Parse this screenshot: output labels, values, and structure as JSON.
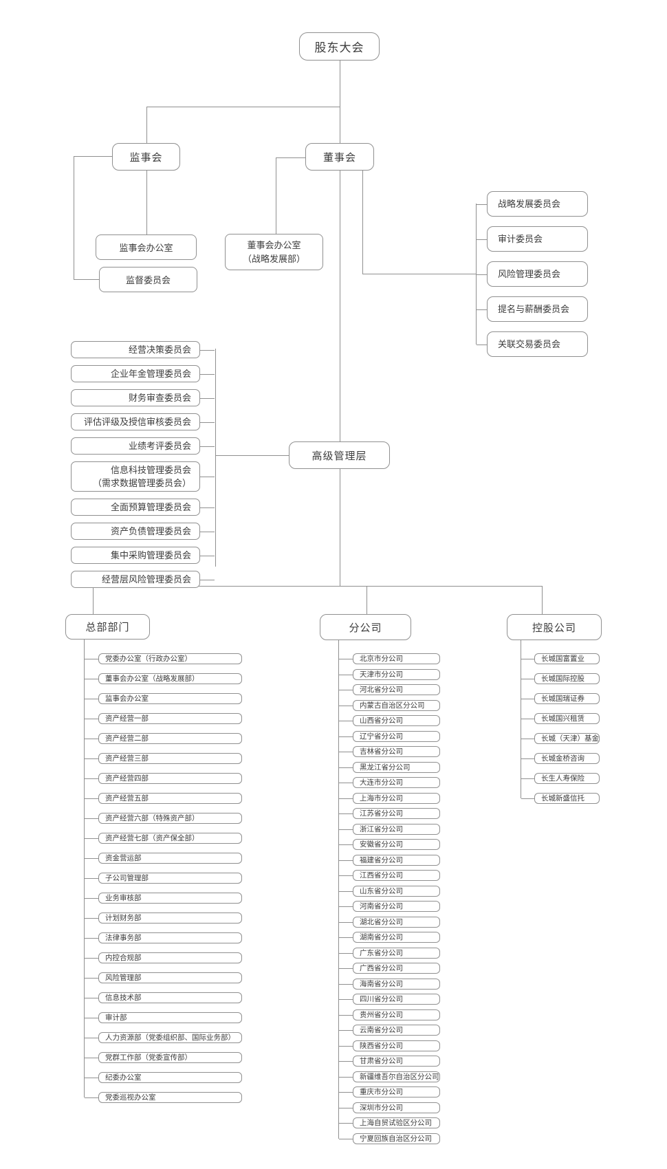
{
  "meta": {
    "type": "org-chart",
    "line_color": "#8f8f8f",
    "text_color": "#3c3c3c",
    "background": "#ffffff"
  },
  "chart": {
    "root": "股东大会",
    "supervisory_board": "监事会",
    "board_of_directors": "董事会",
    "supervisory_office": "监事会办公室",
    "supervision_committee": "监督委员会",
    "board_office": [
      "董事会办公室",
      "（战略发展部）"
    ],
    "board_committees": [
      [
        "战略发展委员会"
      ],
      [
        "审计委员会"
      ],
      [
        "风险管理委员会"
      ],
      [
        "提名与薪酬委员会"
      ],
      [
        "关联交易委员会"
      ]
    ],
    "senior_management": "高级管理层",
    "management_committees": [
      [
        "经营决策委员会"
      ],
      [
        "企业年金管理委员会"
      ],
      [
        "财务审查委员会"
      ],
      [
        "评估评级及授信审核委员会"
      ],
      [
        "业绩考评委员会"
      ],
      [
        "信息科技管理委员会",
        "（需求数据管理委员会）"
      ],
      [
        "全面预算管理委员会"
      ],
      [
        "资产负债管理委员会"
      ],
      [
        "集中采购管理委员会"
      ],
      [
        "经营层风险管理委员会"
      ]
    ],
    "headquarters": {
      "title": "总部部门",
      "items": [
        "党委办公室（行政办公室）",
        "董事会办公室（战略发展部）",
        "监事会办公室",
        "资产经营一部",
        "资产经营二部",
        "资产经营三部",
        "资产经营四部",
        "资产经营五部",
        "资产经营六部（特殊资产部）",
        "资产经营七部（资产保全部）",
        "资金营运部",
        "子公司管理部",
        "业务审核部",
        "计划财务部",
        "法律事务部",
        "内控合规部",
        "风险管理部",
        "信息技术部",
        "审计部",
        "人力资源部（党委组织部、国际业务部）",
        "党群工作部（党委宣传部）",
        "纪委办公室",
        "党委巡视办公室"
      ]
    },
    "branch_companies": {
      "title": "分公司",
      "items": [
        "北京市分公司",
        "天津市分公司",
        "河北省分公司",
        "内蒙古自治区分公司",
        "山西省分公司",
        "辽宁省分公司",
        "吉林省分公司",
        "黑龙江省分公司",
        "大连市分公司",
        "上海市分公司",
        "江苏省分公司",
        "浙江省分公司",
        "安徽省分公司",
        "福建省分公司",
        "江西省分公司",
        "山东省分公司",
        "河南省分公司",
        "湖北省分公司",
        "湖南省分公司",
        "广东省分公司",
        "广西省分公司",
        "海南省分公司",
        "四川省分公司",
        "贵州省分公司",
        "云南省分公司",
        "陕西省分公司",
        "甘肃省分公司",
        "新疆维吾尔自治区分公司",
        "重庆市分公司",
        "深圳市分公司",
        "上海自贸试验区分公司",
        "宁夏回族自治区分公司"
      ]
    },
    "holding_companies": {
      "title": "控股公司",
      "items": [
        "长城国富置业",
        "长城国际控股",
        "长城国瑞证券",
        "长城国兴租赁",
        "长城（天津）基金",
        "长城金桥咨询",
        "长生人寿保险",
        "长城新盛信托"
      ]
    }
  }
}
